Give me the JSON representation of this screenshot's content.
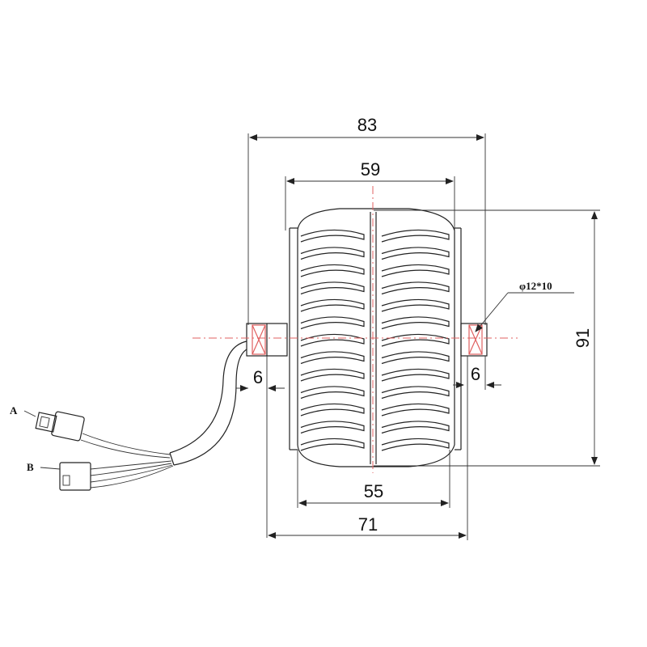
{
  "dimensions": {
    "overall_width": "83",
    "tire_width": "59",
    "tread_width": "55",
    "hub_width": "71",
    "height": "91",
    "left_gap": "6",
    "right_gap": "6",
    "bearing_spec": "φ12*10"
  },
  "connectors": {
    "a_label": "A",
    "b_label": "B"
  },
  "colors": {
    "line": "#222222",
    "centerline": "#e06060"
  }
}
